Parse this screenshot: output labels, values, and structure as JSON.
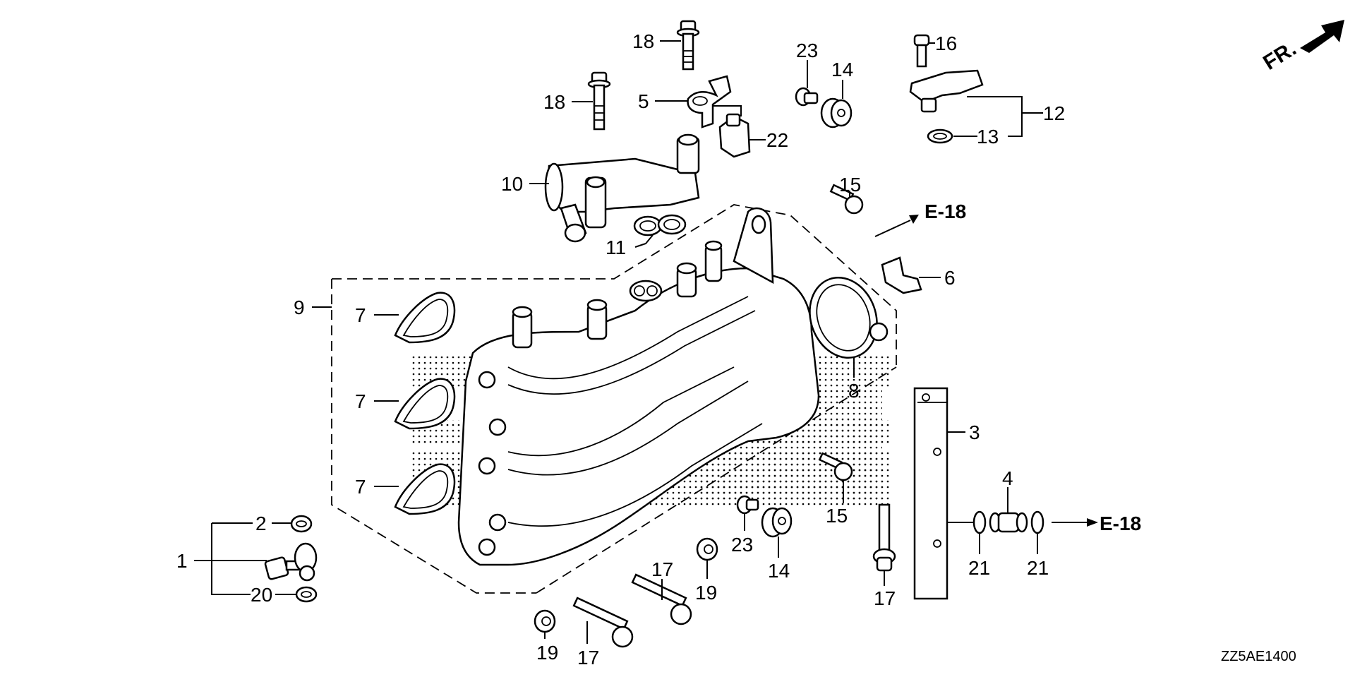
{
  "diagram": {
    "title": "Intake Manifold parts diagram",
    "drawing_code": "ZZ5AE1400",
    "front_indicator": "FR.",
    "references": [
      {
        "id": "ref-e18-top",
        "text": "E-18"
      },
      {
        "id": "ref-e18-bottom",
        "text": "E-18"
      }
    ],
    "callouts": [
      {
        "id": "c18a",
        "text": "18"
      },
      {
        "id": "c18b",
        "text": "18"
      },
      {
        "id": "c5",
        "text": "5"
      },
      {
        "id": "c22",
        "text": "22"
      },
      {
        "id": "c23a",
        "text": "23"
      },
      {
        "id": "c14a",
        "text": "14"
      },
      {
        "id": "c16",
        "text": "16"
      },
      {
        "id": "c12",
        "text": "12"
      },
      {
        "id": "c13",
        "text": "13"
      },
      {
        "id": "c10",
        "text": "10"
      },
      {
        "id": "c15a",
        "text": "15"
      },
      {
        "id": "c11",
        "text": "11"
      },
      {
        "id": "c6",
        "text": "6"
      },
      {
        "id": "c9",
        "text": "9"
      },
      {
        "id": "c7a",
        "text": "7"
      },
      {
        "id": "c7b",
        "text": "7"
      },
      {
        "id": "c7c",
        "text": "7"
      },
      {
        "id": "c8",
        "text": "8"
      },
      {
        "id": "c3",
        "text": "3"
      },
      {
        "id": "c4",
        "text": "4"
      },
      {
        "id": "c15b",
        "text": "15"
      },
      {
        "id": "c2",
        "text": "2"
      },
      {
        "id": "c23b",
        "text": "23"
      },
      {
        "id": "c14b",
        "text": "14"
      },
      {
        "id": "c1",
        "text": "1"
      },
      {
        "id": "c21a",
        "text": "21"
      },
      {
        "id": "c21b",
        "text": "21"
      },
      {
        "id": "c17a",
        "text": "17"
      },
      {
        "id": "c19a",
        "text": "19"
      },
      {
        "id": "c20",
        "text": "20"
      },
      {
        "id": "c17b",
        "text": "17"
      },
      {
        "id": "c19b",
        "text": "19"
      },
      {
        "id": "c17c",
        "text": "17"
      }
    ]
  }
}
